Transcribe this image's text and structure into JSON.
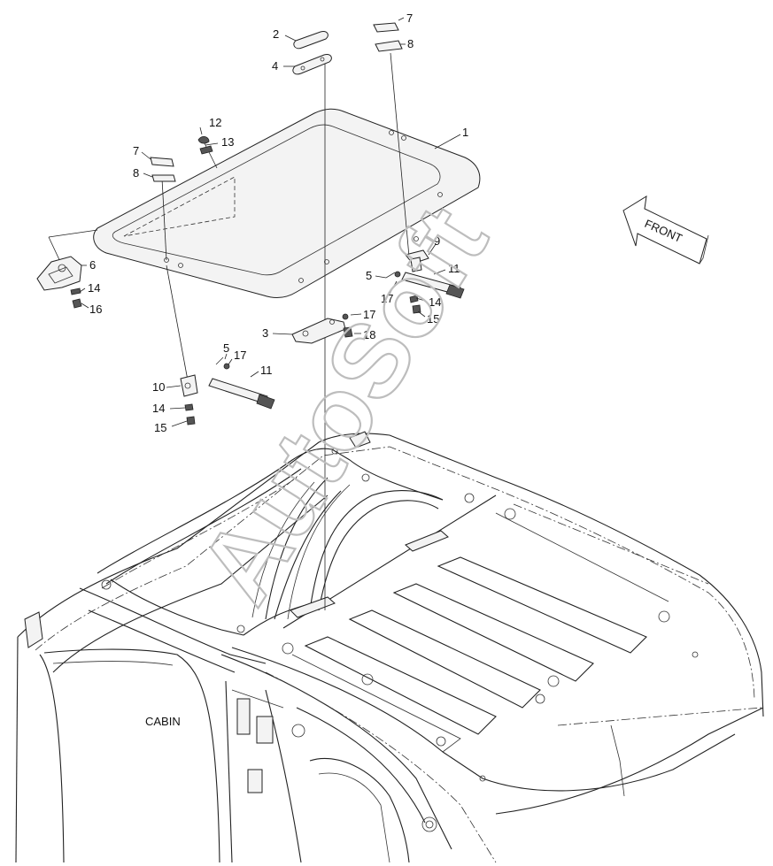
{
  "callouts": {
    "c1": "1",
    "c2": "2",
    "c3": "3",
    "c4": "4",
    "c5a": "5",
    "c5b": "5",
    "c6": "6",
    "c7a": "7",
    "c7b": "7",
    "c8a": "8",
    "c8b": "8",
    "c9": "9",
    "c10": "10",
    "c11a": "11",
    "c11b": "11",
    "c12": "12",
    "c13": "13",
    "c14a": "14",
    "c14b": "14",
    "c14c": "14",
    "c15a": "15",
    "c15b": "15",
    "c16": "16",
    "c17a": "17",
    "c17b": "17",
    "c17c": "17",
    "c18": "18"
  },
  "labels": {
    "front": "FRONT",
    "cabin": "CABIN",
    "watermark": "AutoSoft"
  }
}
